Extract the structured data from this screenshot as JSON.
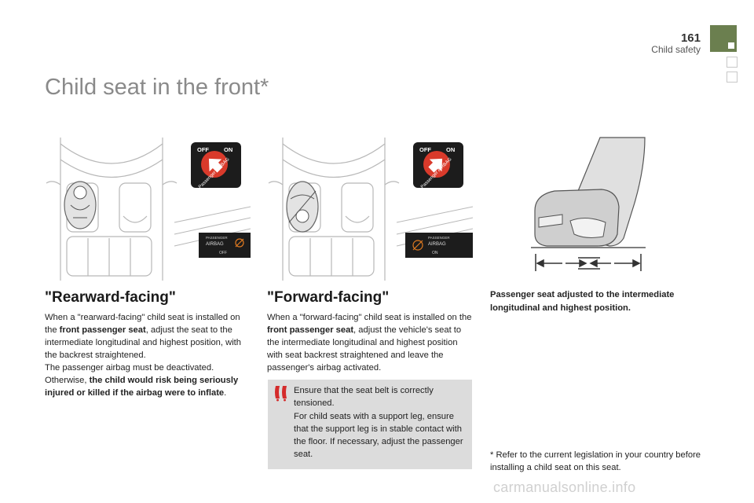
{
  "header": {
    "page_number": "161",
    "section": "Child safety"
  },
  "title": "Child seat in the front*",
  "rearward": {
    "heading": "\"Rearward-facing\"",
    "p1_a": "When a \"rearward-facing\" child seat is installed on the ",
    "p1_bold": "front passenger seat",
    "p1_b": ", adjust the seat to the intermediate longitudinal and highest position, with the backrest straightened.",
    "p2": "The passenger airbag must be deactivated.",
    "p3_a": "Otherwise, ",
    "p3_bold": "the child would risk being seriously injured or killed if the airbag were to inflate",
    "p3_b": "."
  },
  "forward": {
    "heading": "\"Forward-facing\"",
    "p1_a": "When a \"forward-facing\" child seat is installed on the ",
    "p1_bold": "front passenger seat",
    "p1_b": ", adjust the vehicle's seat to the intermediate longitudinal and highest position with seat backrest straightened and leave the passenger's airbag activated."
  },
  "warning": {
    "line1": "Ensure that the seat belt is correctly tensioned.",
    "line2": "For child seats with a support leg, ensure that the support leg is in stable contact with the floor. If necessary, adjust the passenger seat."
  },
  "caption": "Passenger seat adjusted to the intermediate longitudinal and highest position.",
  "footnote": "* Refer to the current legislation in your country before installing a child seat on this seat.",
  "switch": {
    "off": "OFF",
    "on": "ON",
    "label": "Passenger AIRBAG"
  },
  "indicator_off": {
    "line1": "PASSENGER",
    "line2": "AIRBAG",
    "state": "OFF"
  },
  "indicator_on": {
    "line1": "PASSENGER",
    "line2": "AIRBAG",
    "state": "ON"
  },
  "watermark": "carmanualsonline.info",
  "colors": {
    "tab_green": "#6b7f4f",
    "switch_red": "#d93a2b",
    "warning_red": "#d42b2b",
    "indicator_orange": "#e07a20"
  }
}
